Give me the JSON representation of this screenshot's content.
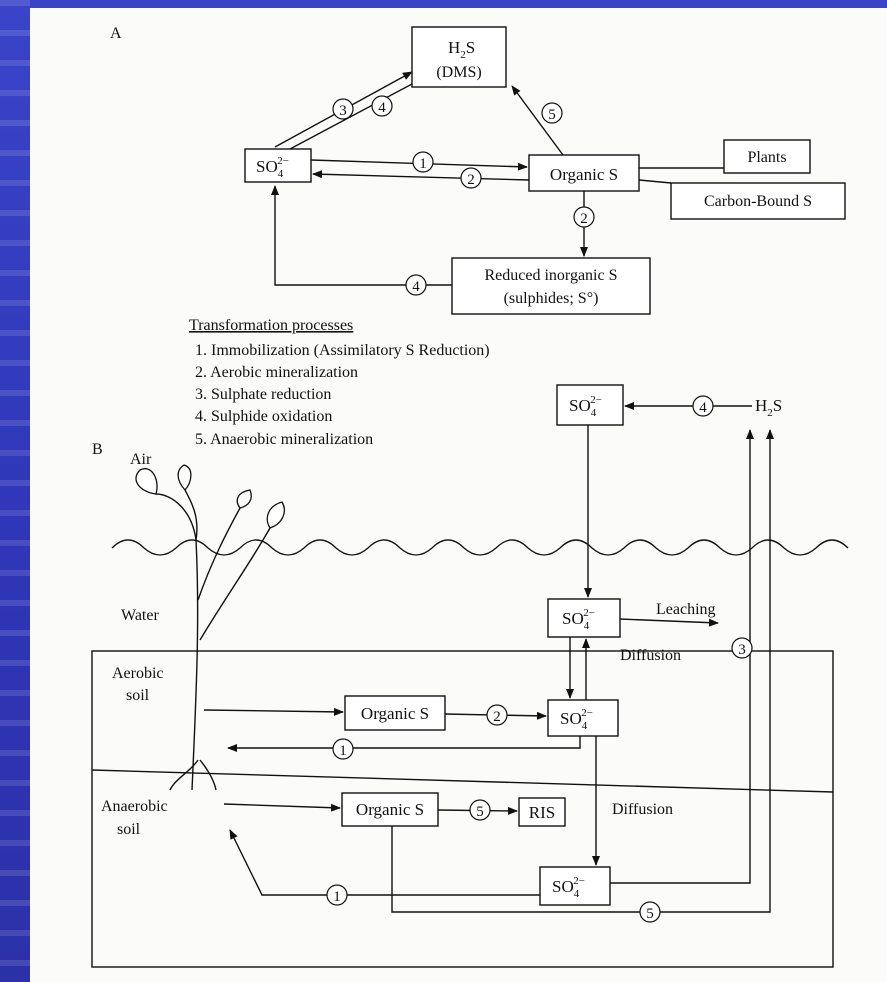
{
  "panel_a": {
    "label": "A",
    "h2s_top": "H",
    "h2s_sub": "2",
    "h2s_s": "S",
    "dms": "(DMS)",
    "so4": "SO",
    "so4_sub": "4",
    "so4_sup": "2−",
    "organic_s": "Organic S",
    "plants": "Plants",
    "carbon_bound": "Carbon-Bound S",
    "reduced_line1": "Reduced inorganic S",
    "reduced_line2": "(sulphides; S°)"
  },
  "legend": {
    "title": "Transformation processes",
    "items": [
      "1.  Immobilization (Assimilatory S Reduction)",
      "2.  Aerobic mineralization",
      "3.  Sulphate reduction",
      "4.  Sulphide oxidation",
      "5.  Anaerobic mineralization"
    ]
  },
  "process_numbers": {
    "n1": "1",
    "n2": "2",
    "n3": "3",
    "n4": "4",
    "n5": "5"
  },
  "panel_b": {
    "label": "B",
    "air": "Air",
    "water": "Water",
    "aerobic_1": "Aerobic",
    "aerobic_2": "soil",
    "anaerobic_1": "Anaerobic",
    "anaerobic_2": "soil",
    "leaching": "Leaching",
    "diffusion": "Diffusion",
    "organic_s": "Organic S",
    "ris": "RIS",
    "h2s_h": "H",
    "h2s_sub": "2",
    "h2s_s": "S",
    "so4": "SO",
    "so4_sub": "4",
    "so4_sup": "2−"
  }
}
